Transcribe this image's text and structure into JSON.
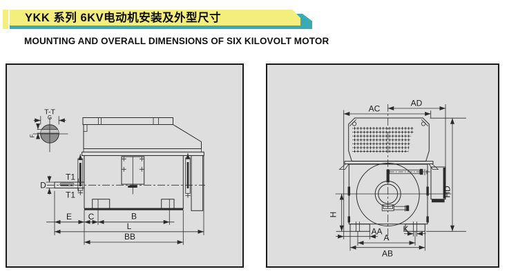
{
  "header": {
    "title": "YKK 系列  6KV电动机安装及外型尺寸",
    "subtitle": "MOUNTING AND OVERALL DIMENSIONS OF SIX KILOVOLT MOTOR"
  },
  "colors": {
    "banner_yellow": "#F4EF7C",
    "accent_teal": "#3AABB5",
    "panel_background": "#DEDEDE",
    "line": "#2B2B2B"
  },
  "side_view": {
    "section_label": "T-T",
    "labels": {
      "g": "G",
      "f": "F",
      "d": "D",
      "t1_upper": "T1",
      "t1_lower": "T1",
      "e": "E",
      "c": "C",
      "b": "B",
      "l": "L",
      "bb": "BB"
    }
  },
  "front_view": {
    "labels": {
      "ac": "AC",
      "ad": "AD",
      "hd": "HD",
      "h": "H",
      "aa": "AA",
      "a": "A",
      "k": "K",
      "ab": "AB"
    }
  }
}
